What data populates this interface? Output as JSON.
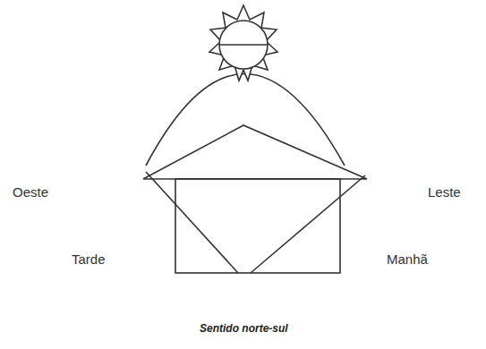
{
  "diagram": {
    "caption": "Sentido norte-sul",
    "labels": [
      "Oeste",
      "Leste",
      "Tarde",
      "Manhã"
    ]
  }
}
